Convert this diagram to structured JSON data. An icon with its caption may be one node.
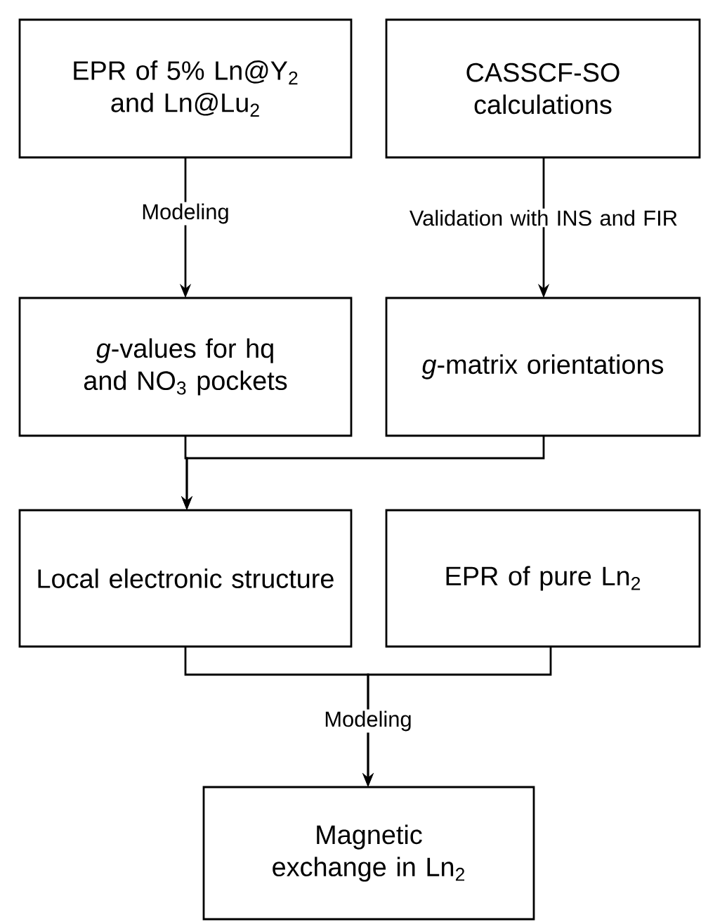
{
  "diagram": {
    "nodes": [
      {
        "text": [
          "EPR of 5% Ln@Y$_{2}$ and Ln@Lu$_{2}$"
        ]
      },
      {
        "text": [
          "CASSCF-SO calculations"
        ]
      },
      {
        "text": [
          "*g*-values for hq and NO$_{3}$ pockets"
        ]
      },
      {
        "text": [
          "*g*-matrix orientations"
        ]
      },
      {
        "text": [
          "Local electronic structure"
        ]
      },
      {
        "text": [
          "EPR of pure Ln$_{2}$"
        ]
      },
      {
        "text": [
          "Magnetic exchange in Ln$_{2}$"
        ]
      }
    ],
    "edges": [
      {
        "from": 0,
        "to": 2,
        "arrow": "to",
        "label": "Modeling"
      },
      {
        "from": 1,
        "to": 3,
        "arrow": "to",
        "label": "Validation with INS and FIR"
      },
      {
        "from": 2,
        "to": 4,
        "arrow": "to"
      },
      {
        "from": 3,
        "to": 4,
        "arrow": "to"
      },
      {
        "from": 4,
        "to": 6,
        "arrow": "to",
        "label": "Modeling"
      },
      {
        "from": 5,
        "to": 6,
        "arrow": "to"
      }
    ]
  }
}
